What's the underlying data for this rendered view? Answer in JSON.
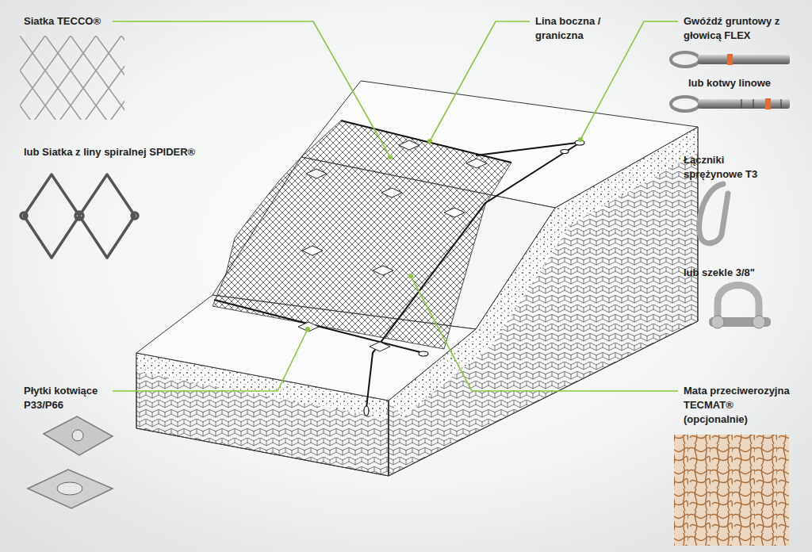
{
  "diagram": {
    "labels": [
      "Siatka TECCO®",
      "Lina boczna / graniczna",
      "Gwóźdź gruntowy z głowicą FLEX",
      "lub kotwy linowe",
      "lub Siatka z liny spiralnej SPIDER®",
      "Łączniki sprężynowe T3",
      "lub szekle 3/8\"",
      "Płytki kotwiące P33/P66",
      "Mata przeciwerozyjna TECMAT® (opcjonalnie)"
    ]
  }
}
